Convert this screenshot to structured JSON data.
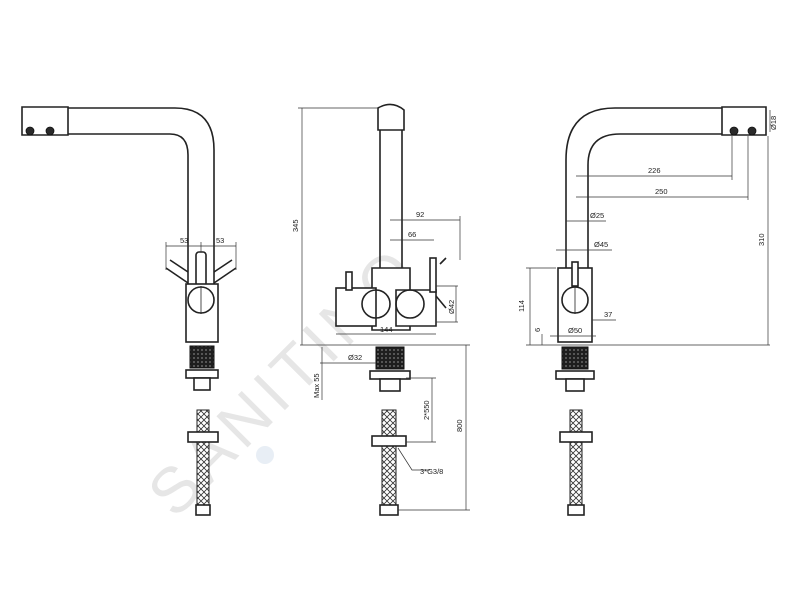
{
  "watermark": "SANITINO",
  "views": {
    "left": {
      "dims": {
        "handle_left": "53",
        "handle_right": "53"
      }
    },
    "middle": {
      "dims": {
        "height": "345",
        "spread": "92",
        "inner": "66",
        "body_dia": "Ø42",
        "base_width": "144",
        "pipe_dia": "Ø32",
        "max": "Max 55",
        "hose_len": "2*550",
        "total": "800",
        "thread": "3*G3/8"
      }
    },
    "right": {
      "dims": {
        "spout_dia": "Ø18",
        "reach_inner": "226",
        "reach": "250",
        "spout_height": "310",
        "tube_dia": "Ø25",
        "body_dia": "Ø45",
        "body_height": "114",
        "base_thk": "6",
        "base_dia": "Ø50",
        "offset": "37"
      }
    }
  }
}
